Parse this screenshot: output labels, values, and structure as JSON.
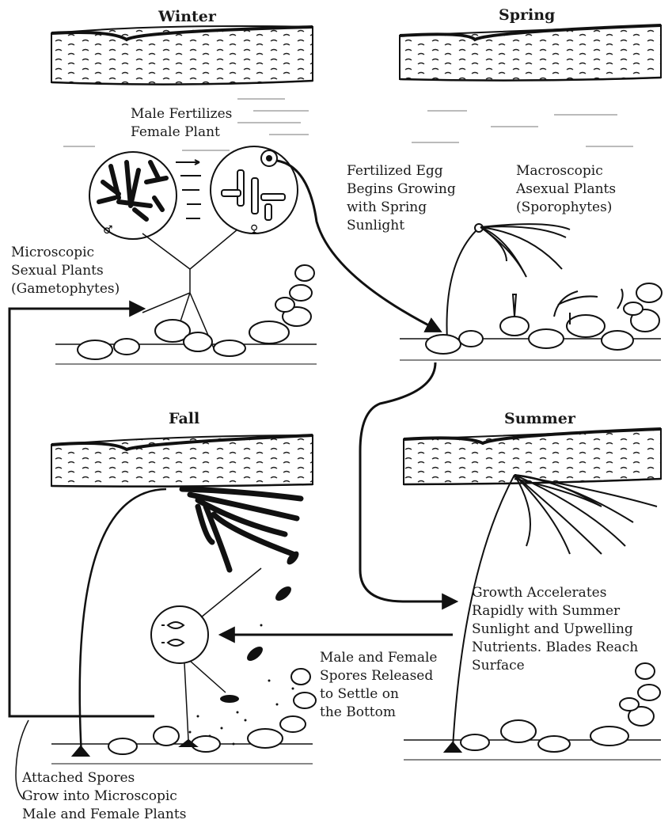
{
  "seasons": {
    "winter": "Winter",
    "spring": "Spring",
    "fall": "Fall",
    "summer": "Summer"
  },
  "labels": {
    "male_fertilizes": [
      "Male Fertilizes",
      "Female Plant"
    ],
    "fertilized_egg": [
      "Fertilized Egg",
      "Begins Growing",
      "with Spring",
      "Sunlight"
    ],
    "macroscopic": [
      "Macroscopic",
      "Asexual Plants",
      "(Sporophytes)"
    ],
    "microscopic": [
      "Microscopic",
      "Sexual Plants",
      "(Gametophytes)"
    ],
    "growth": [
      "Growth Accelerates",
      "Rapidly with Summer",
      "Sunlight and Upwelling",
      "Nutrients. Blades Reach",
      "Surface"
    ],
    "spores": [
      "Male and Female",
      "Spores Released",
      "to Settle on",
      "the Bottom"
    ],
    "attached": [
      "Attached Spores",
      "Grow into Microscopic",
      "Male and Female Plants"
    ]
  },
  "symbols": {
    "male": "♂",
    "female": "♀"
  }
}
